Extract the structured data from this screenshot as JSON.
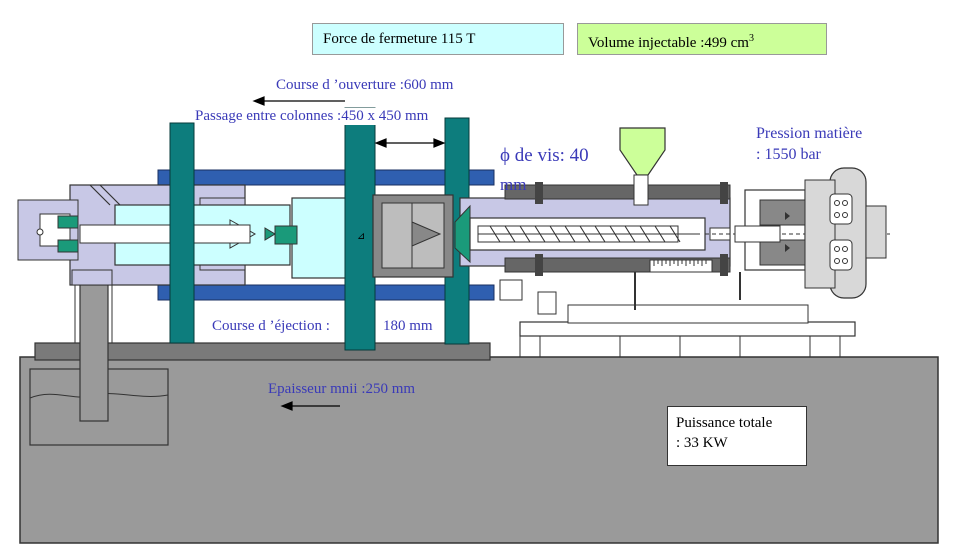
{
  "header": {
    "force_label": "Force de fermeture 115 T",
    "volume_label": "Volume injectable :499 cm",
    "volume_sup": "3"
  },
  "labels": {
    "course_ouverture": "Course d ’ouverture :600 mm",
    "passage_colonnes": "Passage entre colonnes :450 x 450 mm",
    "vis_symbol": "ϕ",
    "vis_diametre": "de vis: 40",
    "vis_unit": "mm",
    "pression_line1": "Pression matière",
    "pression_line2": ": 1550 bar",
    "course_ejection": "Course d ’éjection :",
    "course_ejection_value": "180 mm",
    "epaisseur": "Epaisseur mnii :250 mm",
    "puissance_line1": "Puissance totale",
    "puissance_line2": ": 33 KW"
  },
  "colors": {
    "force_box": "#ccffff",
    "volume_box": "#ccff99",
    "teal_platen": "#0d7d7d",
    "tie_bar": "#2f5fb0",
    "lavender": "#c8c8e6",
    "light_cyan": "#ccffff",
    "base_gray": "#9a9a9a",
    "hopper": "#ccff99",
    "label_blue": "#3a3ab8"
  }
}
